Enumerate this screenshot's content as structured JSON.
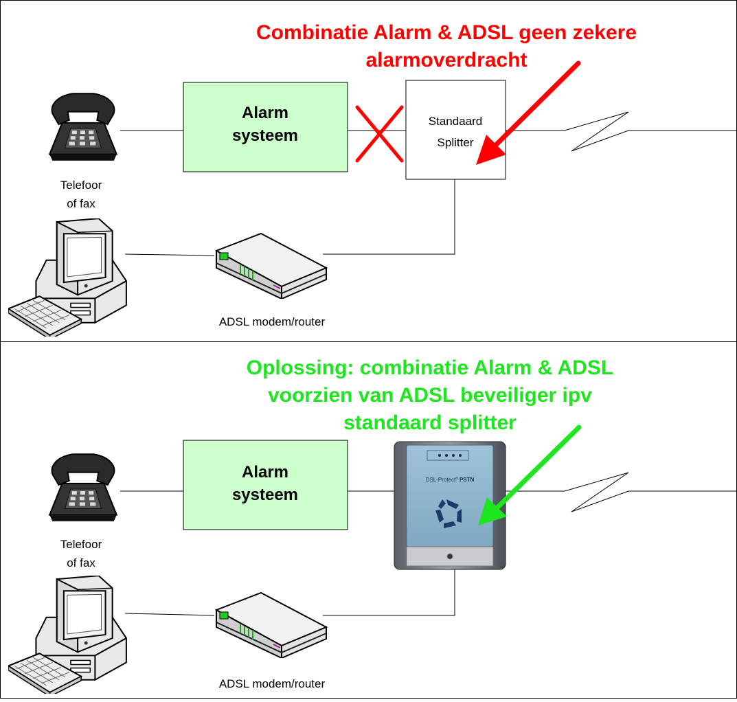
{
  "colors": {
    "problem": "#ff0000",
    "solution": "#1ee61e",
    "alarm_box_fill": "#ccffcc",
    "line": "#000000"
  },
  "top_panel": {
    "headline_line1": "Combinatie Alarm & ADSL geen zekere",
    "headline_line2": "alarmoverdracht",
    "alarm_label_line1": "Alarm",
    "alarm_label_line2": "systeem",
    "splitter_label_line1": "Standaard",
    "splitter_label_line2": "Splitter",
    "phone_label_line1": "Telefoor",
    "phone_label_line2": "of fax",
    "modem_label": "ADSL modem/router",
    "icons": [
      "telephone-icon",
      "computer-icon",
      "modem-icon",
      "cross-icon",
      "arrow-icon",
      "line-break-icon"
    ]
  },
  "bottom_panel": {
    "headline_line1": "Oplossing: combinatie Alarm & ADSL",
    "headline_line2": "voorzien van ADSL beveiliger ipv",
    "headline_line3": "standaard splitter",
    "alarm_label_line1": "Alarm",
    "alarm_label_line2": "systeem",
    "device_brand": "DSL-Protect",
    "device_sup": "®",
    "device_model": "PSTN",
    "phone_label_line1": "Telefoor",
    "phone_label_line2": "of fax",
    "modem_label": "ADSL modem/router",
    "icons": [
      "telephone-icon",
      "computer-icon",
      "modem-icon",
      "dsl-protect-device",
      "arrow-icon",
      "line-break-icon"
    ]
  }
}
